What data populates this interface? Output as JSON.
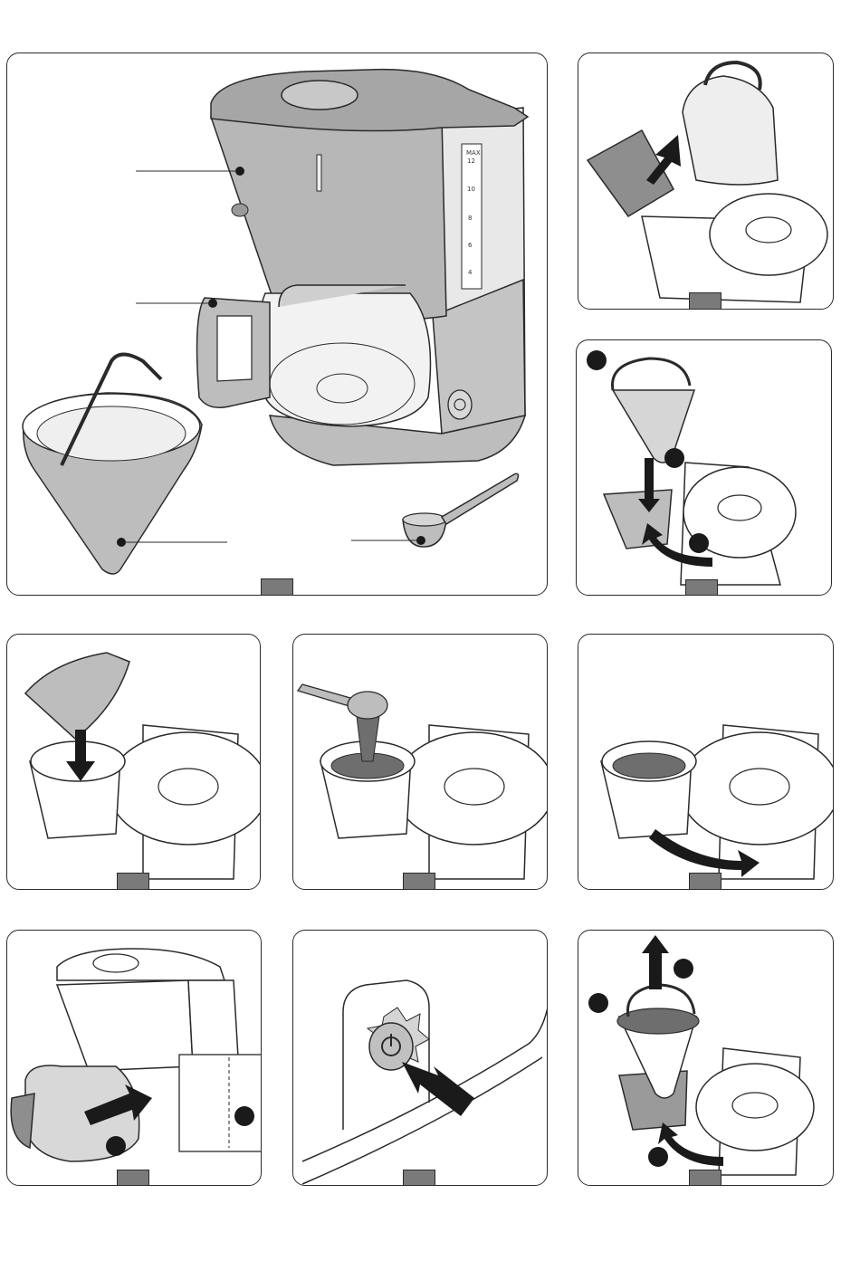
{
  "document": {
    "type": "coffee-maker-instruction-illustrations",
    "panels": [
      {
        "id": "overview",
        "step_badge": ""
      },
      {
        "id": "fill-water",
        "step_badge": ""
      },
      {
        "id": "insert-filter-holder",
        "step_badge": ""
      },
      {
        "id": "insert-paper-filter",
        "step_badge": ""
      },
      {
        "id": "add-ground-coffee",
        "step_badge": ""
      },
      {
        "id": "close-lid",
        "step_badge": ""
      },
      {
        "id": "place-jug",
        "step_badge": ""
      },
      {
        "id": "press-power",
        "step_badge": ""
      },
      {
        "id": "remove-filter",
        "step_badge": ""
      }
    ],
    "water_gauge_marks": [
      "MAX",
      "12",
      "10",
      "8",
      "6",
      "4"
    ],
    "colors": {
      "body_grey": "#bdbdbd",
      "dark_grey": "#8e8e8e",
      "light_grey": "#e6e6e6",
      "line": "#2a2a2a",
      "badge": "#7a7a7a",
      "coffee": "#6e6e6e"
    },
    "icons": [
      "power-icon",
      "arrow-icon",
      "callout-dot"
    ]
  }
}
